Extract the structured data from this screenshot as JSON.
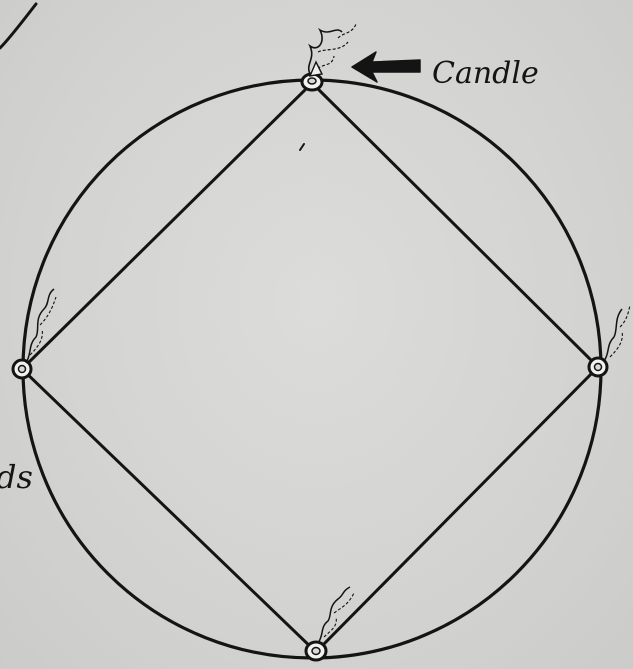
{
  "diagram": {
    "labels": {
      "candle": "Candle",
      "edge_fragment": "ds"
    },
    "colors": {
      "paper": "#d4d4d2",
      "ink": "#141414"
    },
    "candles": [
      {
        "id": "top",
        "icon": "candle-icon"
      },
      {
        "id": "left",
        "icon": "candle-icon"
      },
      {
        "id": "right",
        "icon": "candle-icon"
      },
      {
        "id": "bottom",
        "icon": "candle-icon"
      }
    ],
    "arrow_icon": "arrow-left-icon"
  }
}
